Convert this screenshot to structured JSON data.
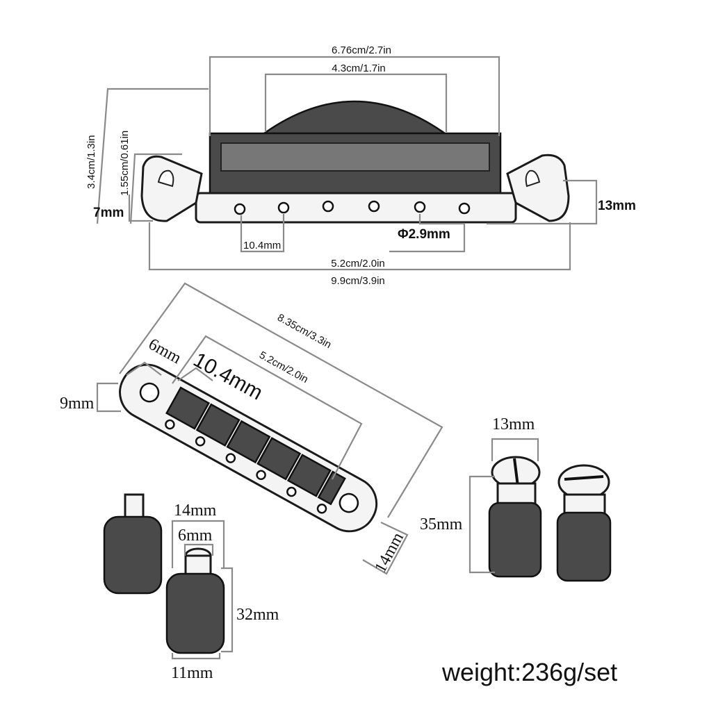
{
  "top_view": {
    "width_outer": "6.76cm/2.7in",
    "width_inner": "4.3cm/1.7in",
    "height_total": "3.4cm/1.3in",
    "height_body": "1.55cm/0.61in",
    "left_height": "7mm",
    "right_height": "13mm",
    "hole_spacing": "10.4mm",
    "hole_diameter": "Φ2.9mm",
    "post_spacing": "5.2cm/2.0in",
    "total_length": "9.9cm/3.9in"
  },
  "bridge_view": {
    "length": "8.35cm/3.3in",
    "saddle_span": "5.2cm/2.0in",
    "end_hole": "6mm",
    "saddle_pitch": "10.4mm",
    "end_height": "9mm",
    "depth": "14mm"
  },
  "post_right": {
    "top_diameter": "13mm",
    "height": "35mm"
  },
  "post_left": {
    "outer_diameter": "14mm",
    "inner_diameter": "6mm",
    "height": "32mm",
    "base_diameter": "11mm"
  },
  "weight": "weight:236g/set"
}
